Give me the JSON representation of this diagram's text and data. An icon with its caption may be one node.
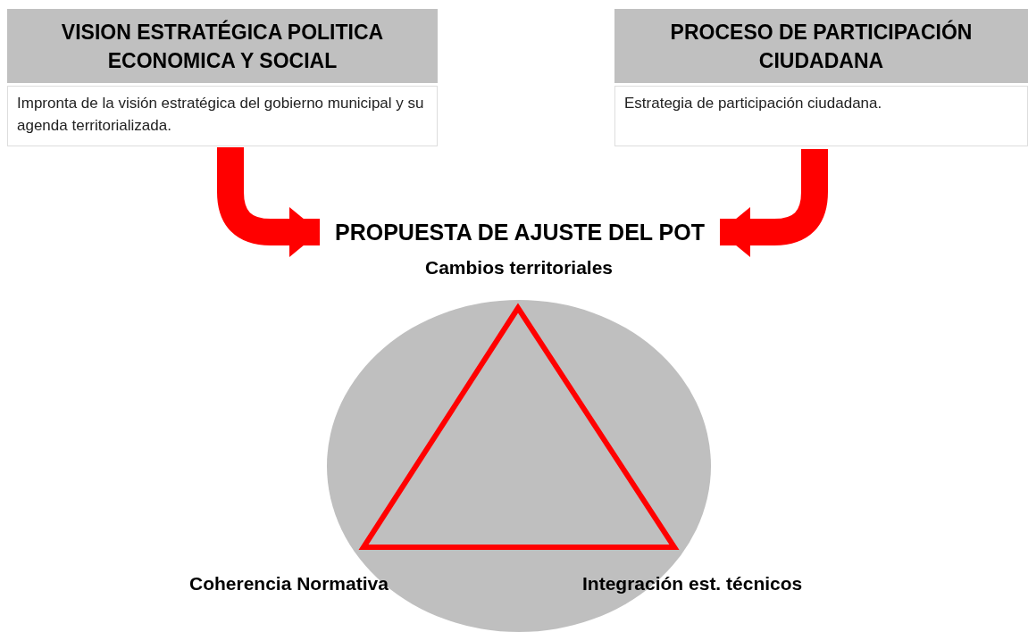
{
  "diagram": {
    "nodes": [
      {
        "text": [
          "VISION ESTRATÉGICA POLITICA ECONOMICA Y SOCIAL",
          "Impronta de la visión estratégica del gobierno municipal y su agenda territorializada."
        ]
      },
      {
        "text": [
          "PROCESO DE PARTICIPACIÓN CIUDADANA",
          "Estrategia de participación ciudadana."
        ]
      },
      {
        "text": [
          "PROPUESTA DE AJUSTE DEL POT"
        ]
      }
    ],
    "edges": [
      {
        "from": 0,
        "to": 2,
        "arrow": "to"
      },
      {
        "from": 1,
        "to": 2,
        "arrow": "to"
      }
    ],
    "labels": [
      "Cambios territoriales",
      "Coherencia Normativa",
      "Integración est. técnicos"
    ]
  }
}
